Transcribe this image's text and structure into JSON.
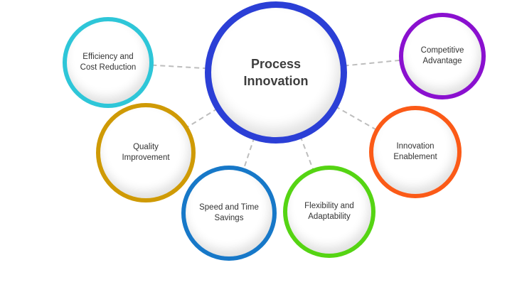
{
  "diagram": {
    "title": "Process Innovation",
    "center": {
      "label": "Process Innovation",
      "ring_color": "#2b3fd6"
    },
    "connector_color": "#bdbdbd",
    "nodes": [
      {
        "id": "efficiency-cost-reduction",
        "label": "Efficiency and Cost Reduction",
        "ring_color": "#2ec6d8"
      },
      {
        "id": "competitive-advantage",
        "label": "Competitive Advantage",
        "ring_color": "#8a10cf"
      },
      {
        "id": "quality-improvement",
        "label": "Quality Improvement",
        "ring_color": "#cf9a05"
      },
      {
        "id": "innovation-enablement",
        "label": "Innovation Enablement",
        "ring_color": "#fb5a17"
      },
      {
        "id": "speed-time-savings",
        "label": "Speed and Time Savings",
        "ring_color": "#1778c8"
      },
      {
        "id": "flexibility-adaptability",
        "label": "Flexibility and Adaptability",
        "ring_color": "#55d413"
      }
    ]
  }
}
